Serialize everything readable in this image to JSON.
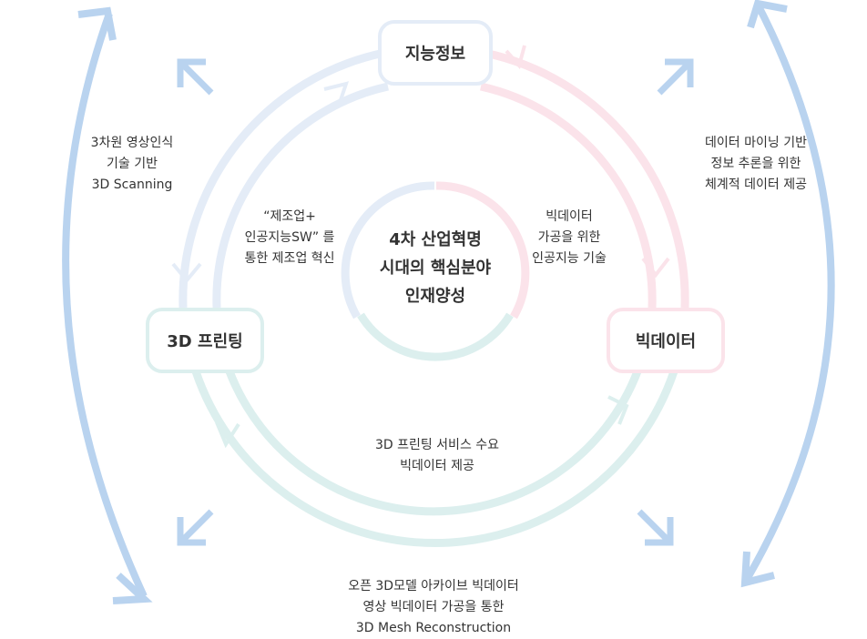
{
  "nodes": {
    "top": "지능정보",
    "left": "3D 프린팅",
    "right": "빅데이터"
  },
  "center": {
    "lines": [
      "4차 산업혁명",
      "시대의 핵심분야",
      "인재양성"
    ]
  },
  "inner_labels": {
    "top_left": [
      "“제조업+",
      "인공지능SW” 를",
      "통한 제조업 혁신"
    ],
    "top_right": [
      "빅데이터",
      "가공을 위한",
      "인공지능 기술"
    ],
    "bottom": [
      "3D 프린팅 서비스 수요",
      "빅데이터 제공"
    ]
  },
  "outer_labels": {
    "left": [
      "3차원 영상인식",
      "기술 기반",
      "3D Scanning"
    ],
    "right": [
      "데이터 마이닝 기반",
      "정보 추론을 위한",
      "체계적 데이터 제공"
    ],
    "bottom": [
      "오픈 3D모델 아카이브 빅데이터",
      "영상 빅데이터 가공을 통한",
      "3D Mesh Reconstruction"
    ]
  },
  "colors": {
    "blue_ring": "#e4ecf7",
    "pink_ring": "#fbe3ea",
    "teal_ring": "#dcefee",
    "outer_arrow": "#b9d3ef"
  }
}
